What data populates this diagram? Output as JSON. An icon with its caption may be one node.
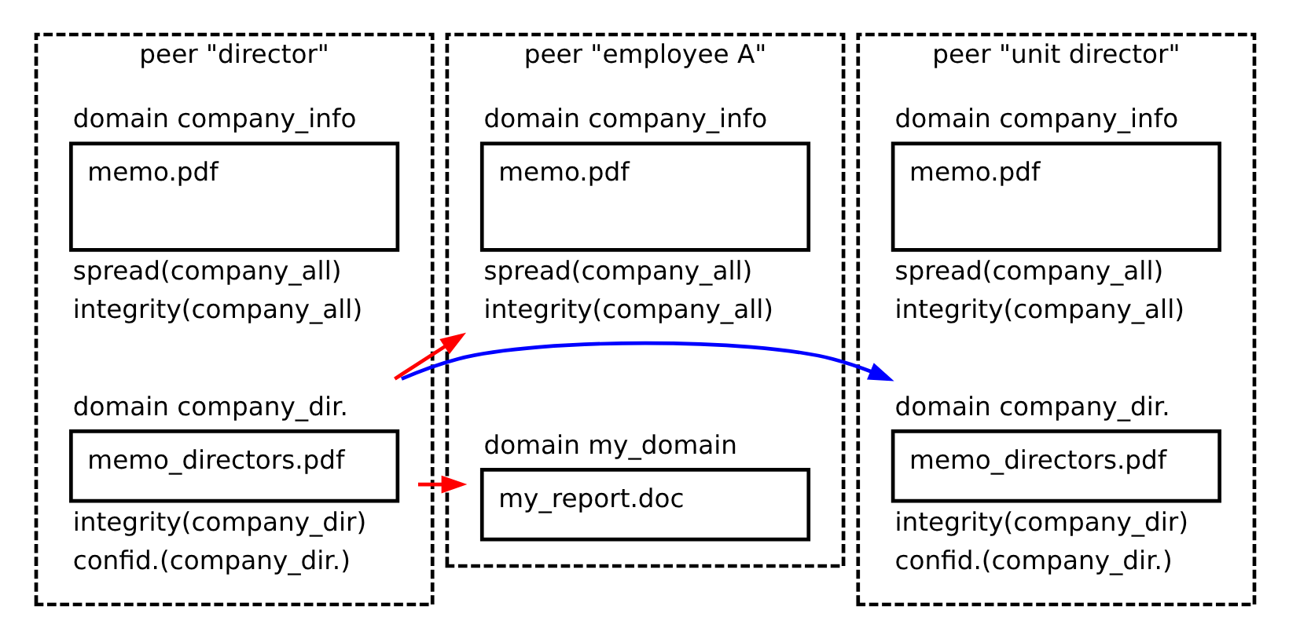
{
  "diagram": {
    "nodes": [
      {
        "text": [
          "peer \"director\""
        ]
      },
      {
        "text": [
          "domain company_info",
          "memo.pdf"
        ],
        "beside": [
          "spread(company_all)",
          "integrity(company_all)"
        ],
        "in": 0
      },
      {
        "text": [
          "domain company_dir.",
          "memo_directors.pdf"
        ],
        "beside": [
          "integrity(company_dir)",
          "confid.(company_dir.)"
        ],
        "in": 0
      },
      {
        "text": [
          "peer \"employee A\""
        ]
      },
      {
        "text": [
          "domain company_info",
          "memo.pdf"
        ],
        "beside": [
          "spread(company_all)",
          "integrity(company_all)"
        ],
        "in": 3
      },
      {
        "text": [
          "domain my_domain",
          "my_report.doc"
        ],
        "in": 3
      },
      {
        "text": [
          "peer \"unit director\""
        ]
      },
      {
        "text": [
          "domain company_info",
          "memo.pdf"
        ],
        "beside": [
          "spread(company_all)",
          "integrity(company_all)"
        ],
        "in": 6
      },
      {
        "text": [
          "domain company_dir.",
          "memo_directors.pdf"
        ],
        "beside": [
          "integrity(company_dir)",
          "confid.(company_dir.)"
        ],
        "in": 6
      }
    ],
    "edges": [
      {
        "from": 2,
        "to": 4,
        "arrow": "to"
      },
      {
        "from": 2,
        "to": 5,
        "arrow": "to"
      },
      {
        "from": 2,
        "to": 8,
        "arrow": "to",
        "color": "#0000ff"
      }
    ]
  }
}
